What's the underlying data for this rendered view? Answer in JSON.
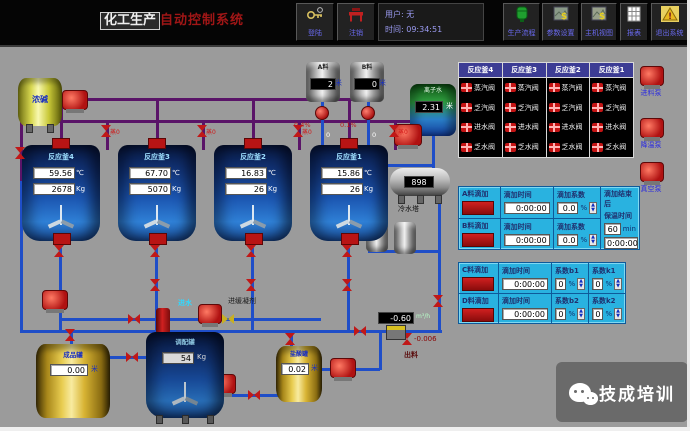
{
  "title": {
    "highlight": "化工生产",
    "rest": "自动控制系统"
  },
  "toolbar": {
    "login": "登陆",
    "logout": "注销",
    "user": "用户: 无",
    "time": "时间: 09:34:51",
    "production": "生产流程",
    "params": "参数设置",
    "hostview": "主机视图",
    "report": "报表",
    "exit": "退出系统"
  },
  "reactors": [
    {
      "name": "反应釜4",
      "temp": "59.56",
      "temp_unit": "℃",
      "weight": "2678",
      "weight_unit": "Kg"
    },
    {
      "name": "反应釜3",
      "temp": "67.70",
      "temp_unit": "℃",
      "weight": "5070",
      "weight_unit": "Kg"
    },
    {
      "name": "反应釜2",
      "temp": "16.83",
      "temp_unit": "℃",
      "weight": "26",
      "weight_unit": "Kg"
    },
    {
      "name": "反应釜1",
      "temp": "15.86",
      "temp_unit": "℃",
      "weight": "26",
      "weight_unit": "Kg"
    }
  ],
  "valve_panel": {
    "headers": [
      "反应釜4",
      "反应釜3",
      "反应釜2",
      "反应釜1"
    ],
    "valves": [
      "蒸汽阀",
      "乏汽阀",
      "进水阀",
      "乏水阀"
    ]
  },
  "pumps": [
    "进料泵",
    "降温泵",
    "真空泵"
  ],
  "tanks": {
    "alkali": {
      "label": "浓碱"
    },
    "metering_a": {
      "label": "A料",
      "value": "2",
      "unit": "米",
      "pct": "0.4%",
      "sub": "0"
    },
    "metering_b": {
      "label": "B料",
      "value": "0",
      "unit": "米",
      "pct": "0.1%",
      "sub": "0"
    },
    "ion_water": {
      "label": "离子水",
      "value": "2.31",
      "unit": "米"
    },
    "cold_tank": {
      "value": "898",
      "label": "冷水塔"
    },
    "product_left": {
      "label": "成品罐",
      "value": "0.00",
      "unit": "米"
    },
    "blend": {
      "label": "调配罐",
      "value": "54",
      "unit": "Kg"
    },
    "acid": {
      "label": "盐酸罐",
      "value": "0.02",
      "unit": "米"
    }
  },
  "drip_panel": {
    "rows": [
      {
        "btn": "A料滴加",
        "time_label": "滴加时间",
        "time": "0:00:00",
        "coef_label": "滴加系数",
        "coef": "0.0",
        "unit": "%"
      },
      {
        "btn": "B料滴加",
        "time_label": "滴加时间",
        "time": "0:00:00",
        "coef_label": "滴加系数",
        "coef": "0.0",
        "unit": "%"
      }
    ],
    "hold": {
      "label1": "滴加结束后",
      "label2": "保温时间",
      "minutes": "60",
      "min_unit": "min",
      "time": "0:00:00"
    }
  },
  "coef_panel": {
    "rows": [
      {
        "btn": "C料滴加",
        "time_label": "滴加时间",
        "time": "0:00:00",
        "k1_label": "系数b1",
        "k1": "0",
        "k2_label": "系数k1",
        "k2": "0",
        "unit": "%"
      },
      {
        "btn": "D料滴加",
        "time_label": "滴加时间",
        "time": "0:00:00",
        "k1_label": "系数b2",
        "k1": "0",
        "k2_label": "系数k2",
        "k2": "0",
        "unit": "%"
      }
    ]
  },
  "flow": {
    "meter": "-0.60",
    "meter_unit": "m³/h",
    "discharge_value": "-0.006",
    "discharge_label": "出料"
  },
  "labels": {
    "inlet": "进水",
    "retarder": "进缓凝剂",
    "steam_zero": "蒸0"
  },
  "watermark": "技成培训"
}
